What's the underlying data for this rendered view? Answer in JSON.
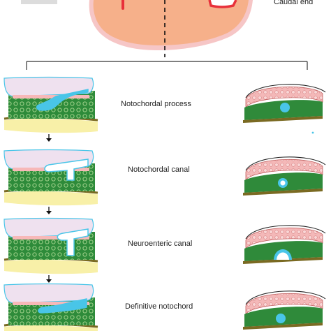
{
  "header": {
    "caudal_label": "Caudal end",
    "cranial_label": ""
  },
  "stages": [
    {
      "label": "Notochordal process"
    },
    {
      "label": "Notochordal canal"
    },
    {
      "label": "Neuroenteric canal"
    },
    {
      "label": "Definitive notochord"
    }
  ],
  "colors": {
    "embryo_disc": "#f6b38a",
    "embryo_rim": "#f6c6c6",
    "primitive_mark": "#e8303a",
    "amnion": "#efe1ef",
    "ectoderm_cells": "#f7b8b8",
    "mesoderm": "#2f8a3a",
    "notochord": "#49c5e8",
    "endoderm": "#f8f0a8",
    "endoderm_edge": "#8a7a2a"
  }
}
